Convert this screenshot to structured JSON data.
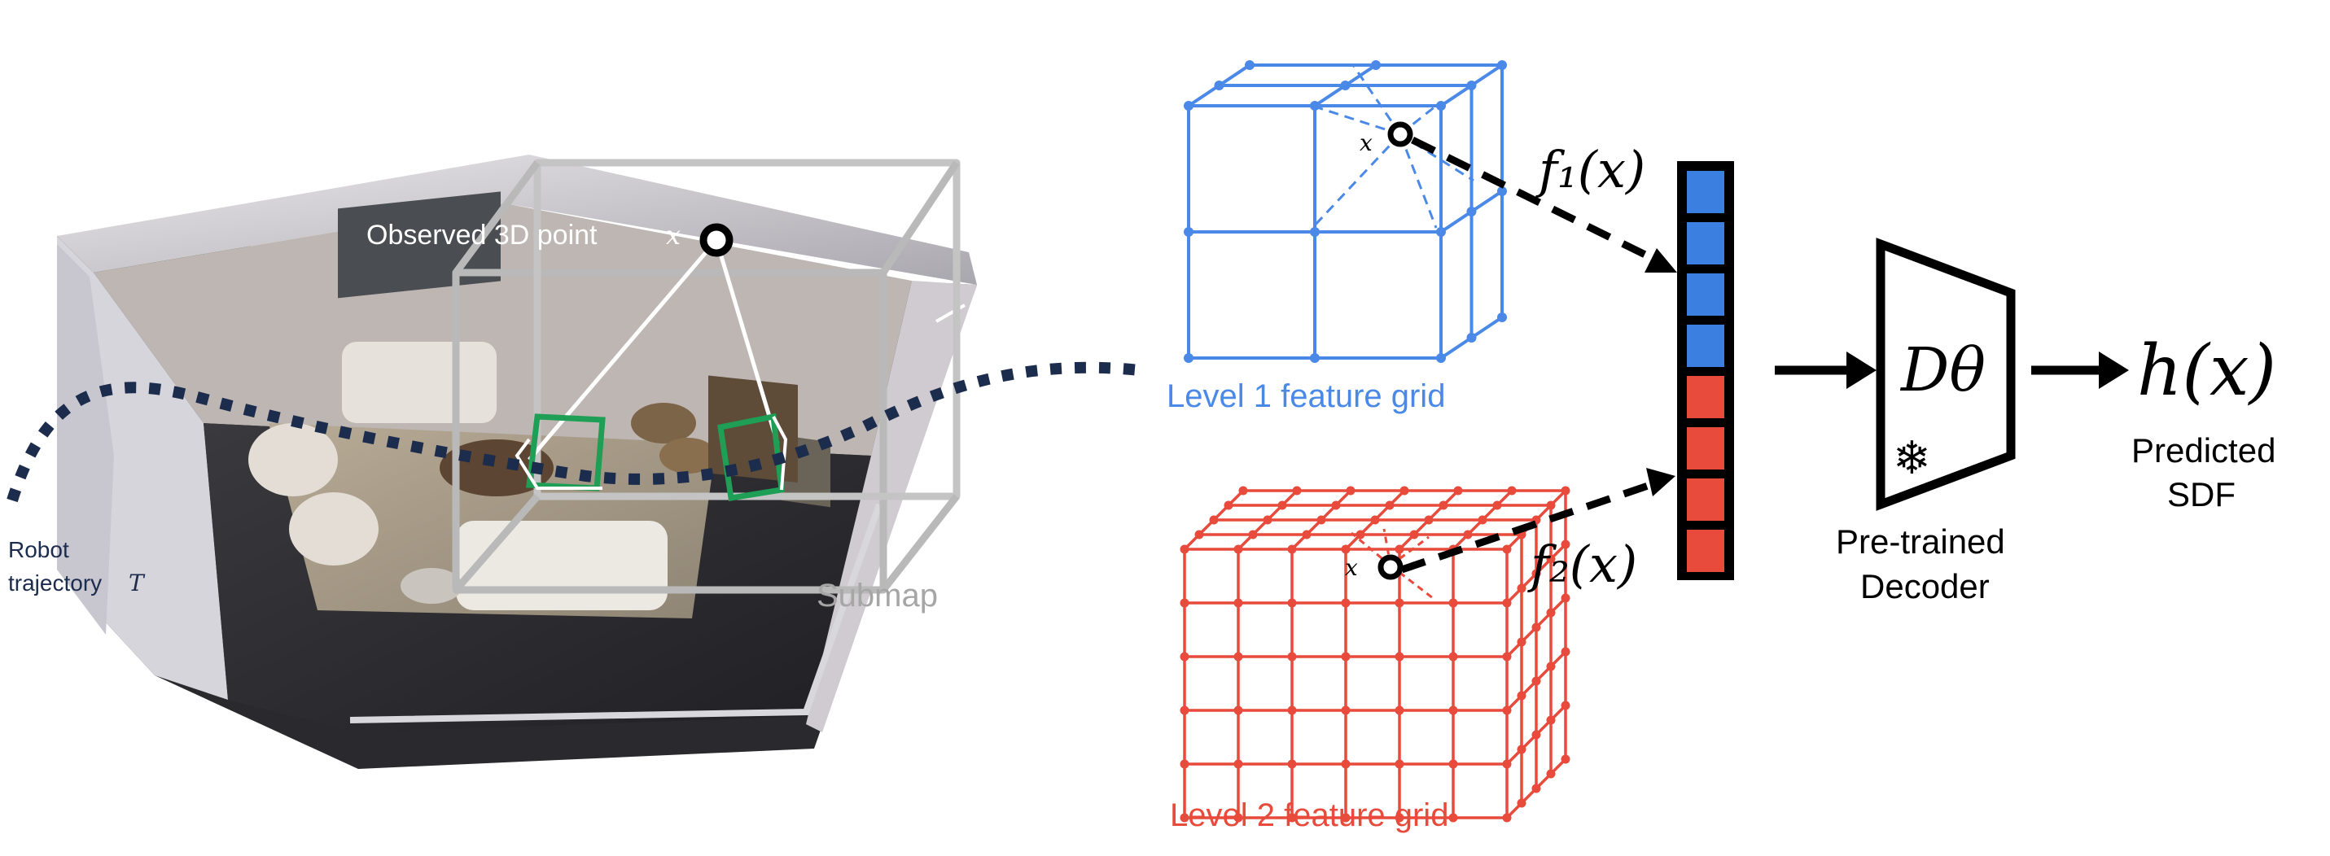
{
  "scene": {
    "observed_point_label": "Observed 3D point",
    "observed_point_var": "x",
    "submap_label": "Submap",
    "trajectory_label_line1": "Robot",
    "trajectory_label_line2": "trajectory",
    "trajectory_var": "T"
  },
  "grids": {
    "level1": {
      "label": "Level 1 feature grid",
      "point_var": "x",
      "color": "#4A89E8"
    },
    "level2": {
      "label": "Level 2 feature grid",
      "point_var": "x",
      "color": "#E84A3C"
    }
  },
  "features": {
    "f1": "f₁(x)",
    "f2": "f₂(x)",
    "vector_colors": [
      "#3B7FE0",
      "#E84A3C"
    ]
  },
  "decoder": {
    "symbol": "Dθ",
    "frozen_icon": "snowflake-icon",
    "label_line1": "Pre-trained",
    "label_line2": "Decoder"
  },
  "output": {
    "symbol": "h(x)",
    "label_line1": "Predicted",
    "label_line2": "SDF"
  }
}
